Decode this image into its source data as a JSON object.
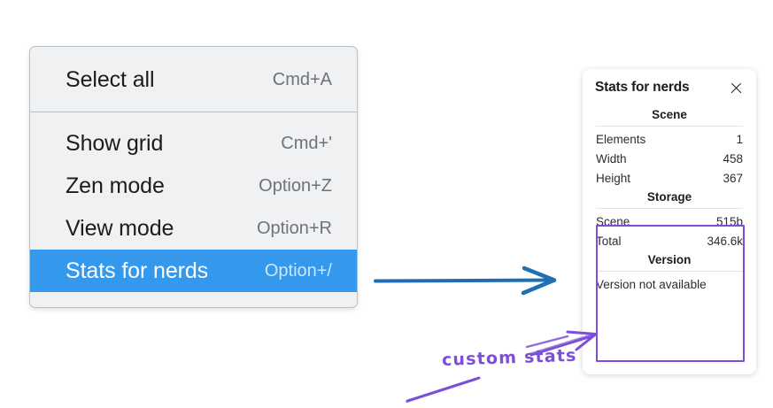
{
  "menu": {
    "groups": [
      {
        "name": "group-top",
        "items": [
          {
            "label": "Select all",
            "shortcut": "Cmd+A",
            "selected": false
          }
        ]
      },
      {
        "name": "group-bottom",
        "items": [
          {
            "label": "Show grid",
            "shortcut": "Cmd+'",
            "selected": false
          },
          {
            "label": "Zen mode",
            "shortcut": "Option+Z",
            "selected": false
          },
          {
            "label": "View mode",
            "shortcut": "Option+R",
            "selected": false
          },
          {
            "label": "Stats for nerds",
            "shortcut": "Option+/",
            "selected": true
          }
        ]
      }
    ],
    "highlight_color": "#3498ec"
  },
  "stats_panel": {
    "title": "Stats for nerds",
    "close_icon": "close-icon",
    "sections": [
      {
        "heading": "Scene",
        "rows": [
          {
            "label": "Elements",
            "value": "1"
          },
          {
            "label": "Width",
            "value": "458"
          },
          {
            "label": "Height",
            "value": "367"
          }
        ]
      },
      {
        "heading": "Storage",
        "rows": [
          {
            "label": "Scene",
            "value": "515b"
          },
          {
            "label": "Total",
            "value": "346.6k"
          }
        ]
      },
      {
        "heading": "Version",
        "note": "Version not available"
      }
    ]
  },
  "annotations": {
    "custom_stats_label": "custom stats",
    "purple_color": "#7b4fd8",
    "blue_color": "#1f6fb2"
  }
}
